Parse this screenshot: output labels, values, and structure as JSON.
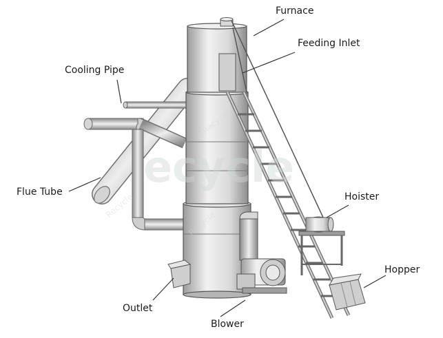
{
  "labels": {
    "furnace": "Furnace",
    "feeding_inlet": "Feeding Inlet",
    "cooling_pipe": "Cooling Pipe",
    "flue_tube": "Flue Tube",
    "hoister": "Hoister",
    "hopper": "Hopper",
    "outlet": "Outlet",
    "blower": "Blower"
  },
  "watermark": {
    "big": "ecycle",
    "small": "Recycle"
  },
  "colors": {
    "steel_light": "#e6e6e6",
    "steel_mid": "#bdbdbd",
    "steel_dark": "#7a7a7a",
    "outline": "#555555",
    "watermark": "#cfd8d4"
  }
}
